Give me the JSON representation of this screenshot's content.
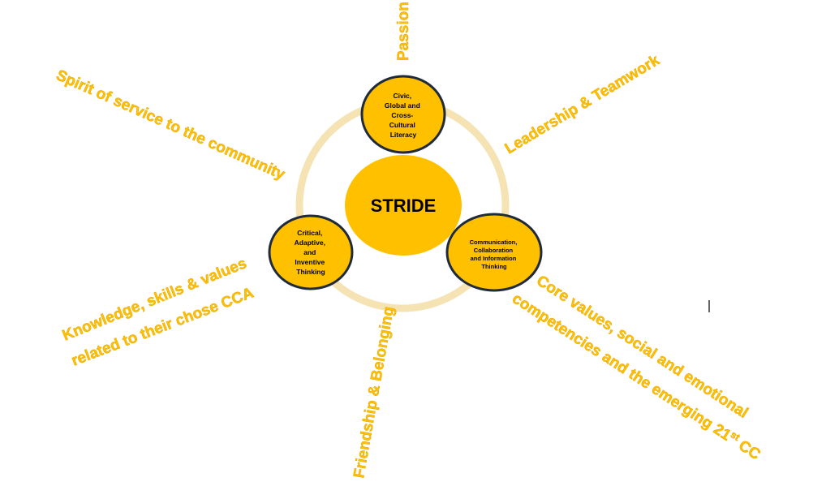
{
  "diagram": {
    "center": {
      "label": "STRIDE"
    },
    "nodes": {
      "top": {
        "lines": [
          "Civic,",
          "Global and",
          "Cross-",
          "Cultural",
          "Literacy"
        ]
      },
      "left": {
        "lines": [
          "Critical,",
          "Adaptive,",
          "and",
          "Inventive",
          "Thinking"
        ]
      },
      "right": {
        "lines": [
          "Communication,",
          "Collaboration",
          "and Information",
          "Thinking"
        ]
      }
    },
    "rays": {
      "passion": "Passion",
      "leadership": "Leadership & Teamwork",
      "spirit": "Spirit of service to the community",
      "knowledge_line1": "Knowledge, skills & values",
      "knowledge_line2": "related to their chose CCA",
      "friendship": "Friendship & Belonging",
      "core_line1": "Core values, social and emotional",
      "core_line2_main": "competencies and the emerging 21",
      "core_line2_sup": "st",
      "core_line2_end": " CC"
    },
    "colors": {
      "accent": "#ffc000",
      "ring": "#f3dfae",
      "node_border": "#1f2a3a",
      "text": "#000000"
    }
  }
}
